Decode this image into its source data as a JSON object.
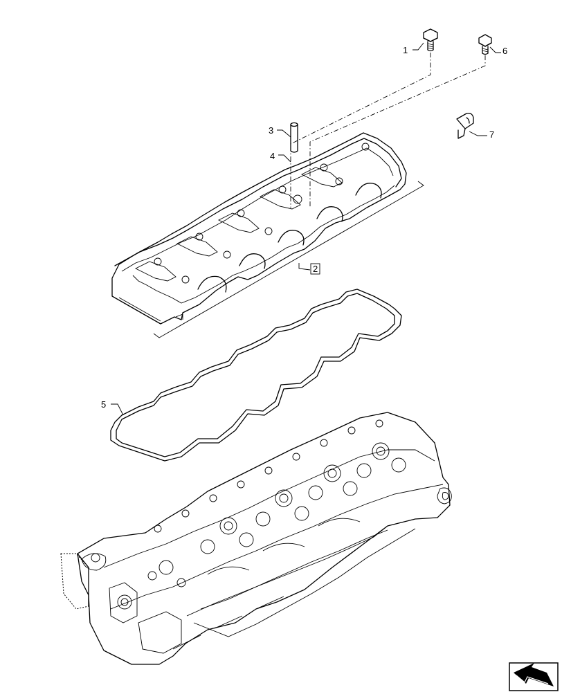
{
  "callouts": [
    {
      "id": "1",
      "label": "1"
    },
    {
      "id": "2",
      "label": "2"
    },
    {
      "id": "3",
      "label": "3"
    },
    {
      "id": "4",
      "label": "4"
    },
    {
      "id": "5",
      "label": "5"
    },
    {
      "id": "6",
      "label": "6"
    },
    {
      "id": "7",
      "label": "7"
    }
  ],
  "icons": {
    "nav": "arrow-next-icon",
    "bolt": "bolt-icon",
    "clip": "clip-icon",
    "dowel": "dowel-pin-icon"
  }
}
